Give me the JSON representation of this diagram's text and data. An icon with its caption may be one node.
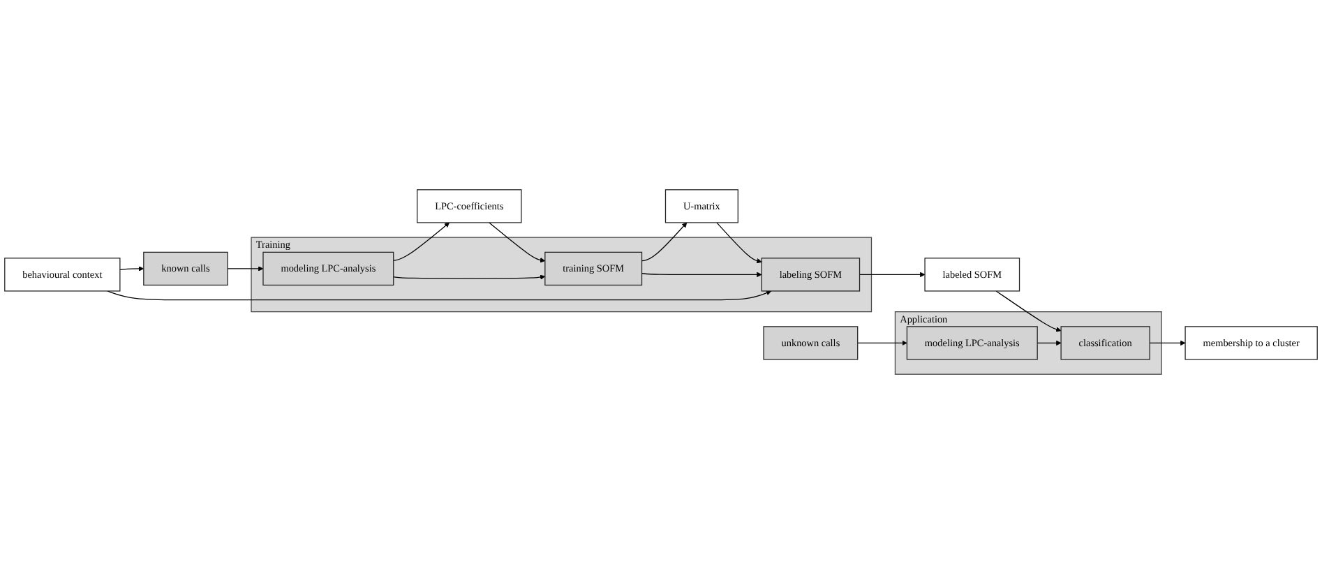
{
  "diagram": {
    "nodes": [
      {
        "text": [
          "Training"
        ]
      },
      {
        "text": [
          "known calls"
        ]
      },
      {
        "text": [
          "modeling LPC-analysis"
        ],
        "in": 0
      },
      {
        "text": [
          "LPC-coefficients"
        ]
      },
      {
        "text": [
          "training SOFM"
        ],
        "in": 0
      },
      {
        "text": [
          "U-matrix"
        ]
      },
      {
        "text": [
          "behavioural context"
        ]
      },
      {
        "text": [
          "labeling SOFM"
        ],
        "in": 0
      },
      {
        "text": [
          "labeled SOFM"
        ]
      },
      {
        "text": [
          "Application"
        ]
      },
      {
        "text": [
          "unknown calls"
        ]
      },
      {
        "text": [
          "modeling LPC-analysis"
        ],
        "in": 9
      },
      {
        "text": [
          "classification"
        ],
        "in": 9
      },
      {
        "text": [
          "membership to a cluster"
        ]
      }
    ],
    "edges": [
      {
        "from": 1,
        "to": 2,
        "arrow": "to"
      },
      {
        "from": 2,
        "to": 3,
        "arrow": "to"
      },
      {
        "from": 3,
        "to": 4,
        "arrow": "to"
      },
      {
        "from": 2,
        "to": 4,
        "arrow": "to"
      },
      {
        "from": 4,
        "to": 5,
        "arrow": "to"
      },
      {
        "from": 5,
        "to": 7,
        "arrow": "to"
      },
      {
        "from": 4,
        "to": 7,
        "arrow": "to"
      },
      {
        "from": 6,
        "to": 7,
        "arrow": "to"
      },
      {
        "from": 6,
        "to": 1,
        "arrow": "to"
      },
      {
        "from": 7,
        "to": 8,
        "arrow": "to"
      },
      {
        "from": 8,
        "to": 12,
        "arrow": "to"
      },
      {
        "from": 10,
        "to": 11,
        "arrow": "to"
      },
      {
        "from": 11,
        "to": 12,
        "arrow": "to"
      },
      {
        "from": 12,
        "to": 13,
        "arrow": "to"
      }
    ]
  }
}
